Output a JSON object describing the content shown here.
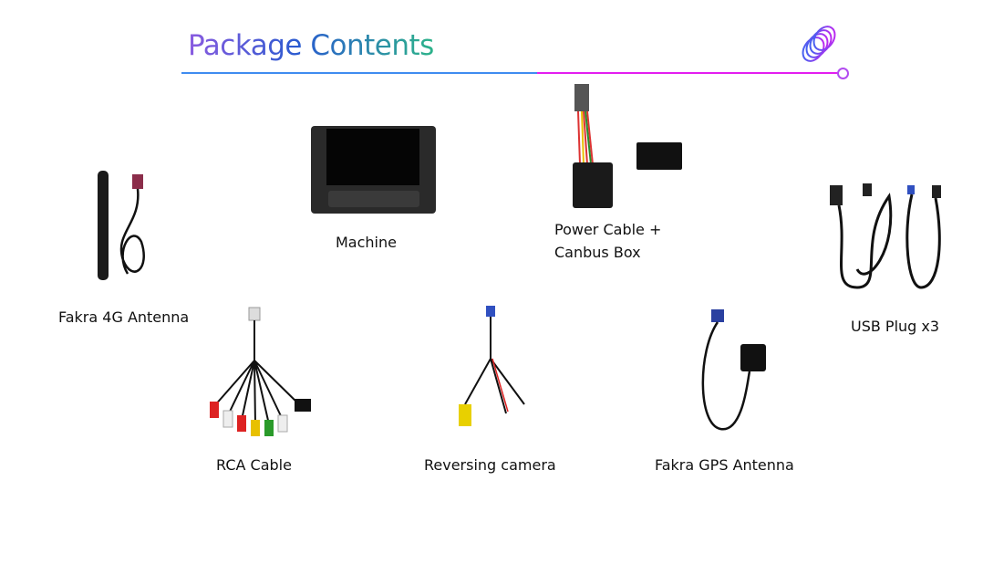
{
  "title": "Package Contents",
  "items": [
    {
      "label": "Fakra 4G Antenna"
    },
    {
      "label": "Machine"
    },
    {
      "label_line1": "Power Cable +",
      "label_line2": "Canbus Box"
    },
    {
      "label": "USB Plug x3"
    },
    {
      "label": "RCA Cable"
    },
    {
      "label": "Reversing camera"
    },
    {
      "label": "Fakra GPS Antenna"
    }
  ],
  "colors": {
    "line_left": "#3f8cf0",
    "line_right": "#e31ef0"
  }
}
